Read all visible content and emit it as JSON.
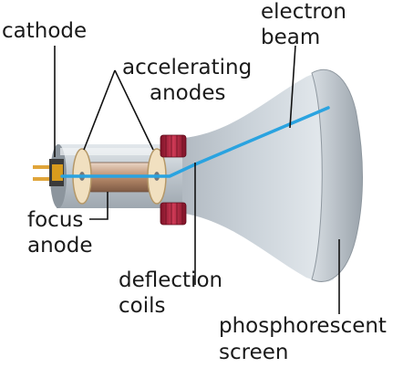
{
  "labels": {
    "cathode": "cathode",
    "accelerating_1": "accelerating",
    "accelerating_2": "anodes",
    "electron_1": "electron",
    "electron_2": "beam",
    "focus_1": "focus",
    "focus_2": "anode",
    "deflection_1": "deflection",
    "deflection_2": "coils",
    "phosphorescent_1": "phosphorescent",
    "phosphorescent_2": "screen"
  },
  "colors": {
    "beam": "#2aa3e0",
    "coil": "#b3243f",
    "tube": "#c7d0d8",
    "anode_ring": "#f1e0c0",
    "cathode_body": "#d89b1d",
    "focus_anode": "#b98c6c"
  }
}
